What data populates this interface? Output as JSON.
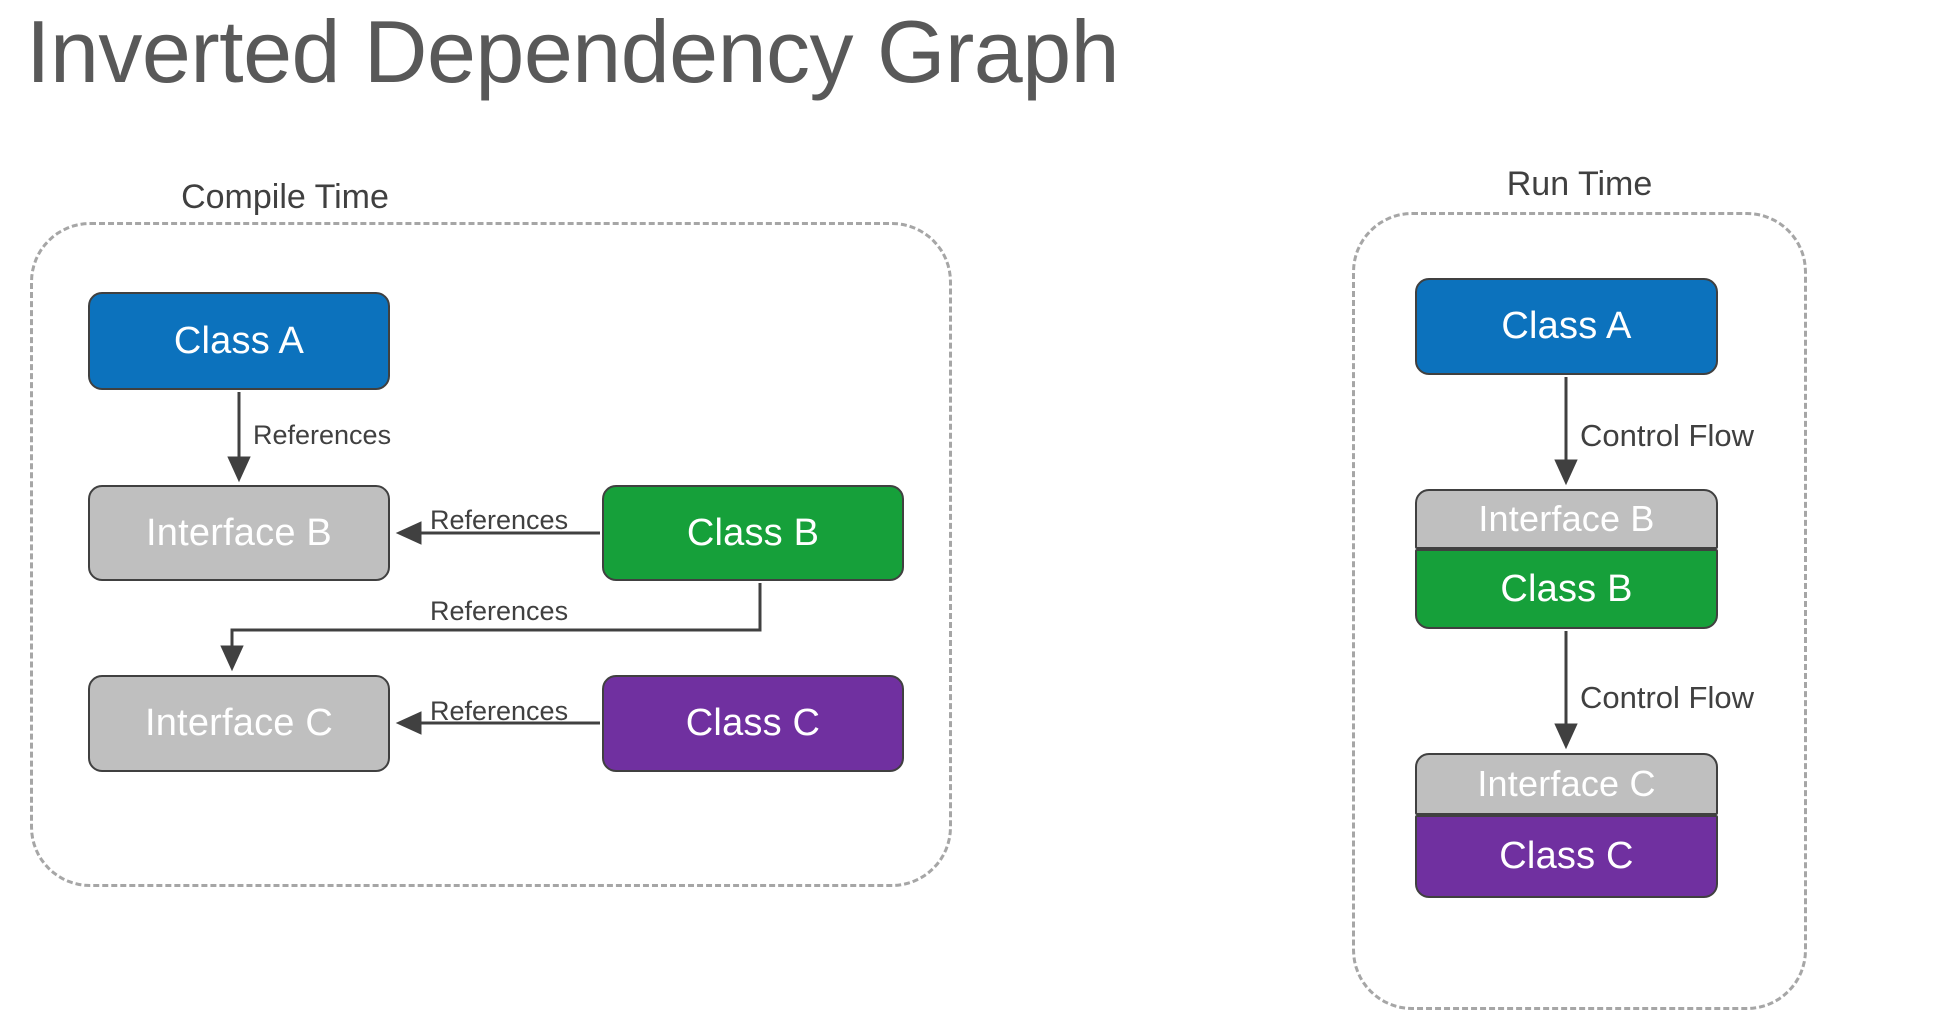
{
  "title": "Inverted Dependency Graph",
  "colors": {
    "title_text": "#595959",
    "class_a": "#0C72BD",
    "class_b": "#16A03A",
    "class_c": "#7030A0",
    "interface": "#BFBFBF",
    "node_border": "#404040",
    "group_border": "#A6A6A6",
    "edge": "#404040",
    "node_text": "#FFFFFF"
  },
  "panels": {
    "compile": {
      "label": "Compile Time",
      "nodes": {
        "class_a": "Class A",
        "interface_b": "Interface B",
        "class_b": "Class B",
        "interface_c": "Interface C",
        "class_c": "Class C"
      },
      "edges": {
        "a_to_ib": "References",
        "b_to_ib": "References",
        "b_to_ic": "References",
        "c_to_ic": "References"
      }
    },
    "runtime": {
      "label": "Run Time",
      "nodes": {
        "class_a": "Class A",
        "interface_b": "Interface B",
        "class_b": "Class B",
        "interface_c": "Interface C",
        "class_c": "Class C"
      },
      "edges": {
        "a_to_b": "Control Flow",
        "b_to_c": "Control Flow"
      }
    }
  }
}
